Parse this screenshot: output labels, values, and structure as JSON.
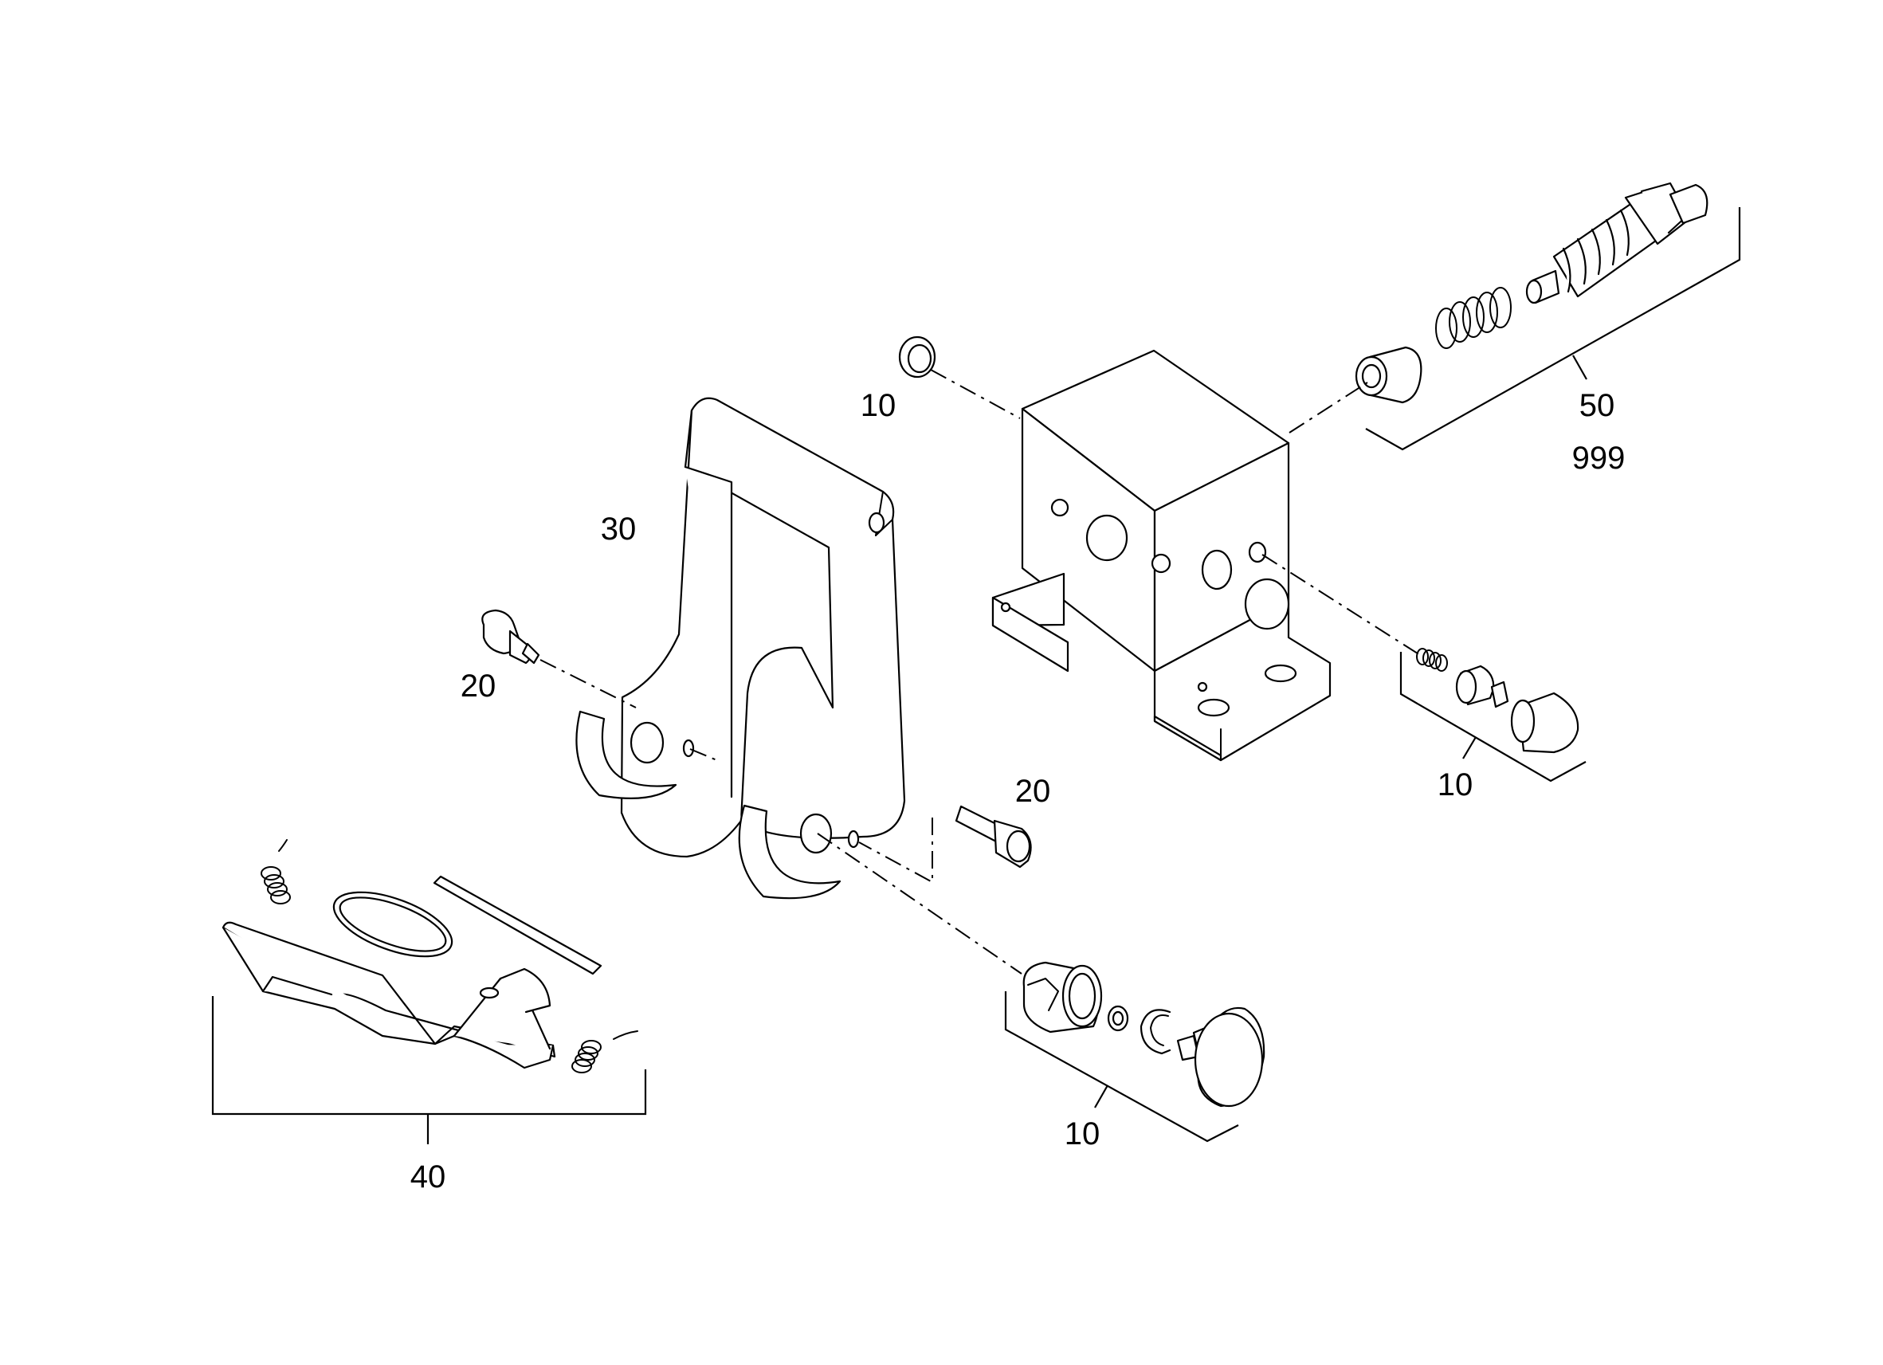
{
  "callouts": {
    "c10_oring": "10",
    "c10_right": "10",
    "c10_bottom": "10",
    "c20_left": "20",
    "c20_right": "20",
    "c30": "30",
    "c40": "40",
    "c50": "50",
    "c999": "999"
  },
  "colors": {
    "line": "#000000",
    "background": "#ffffff"
  }
}
